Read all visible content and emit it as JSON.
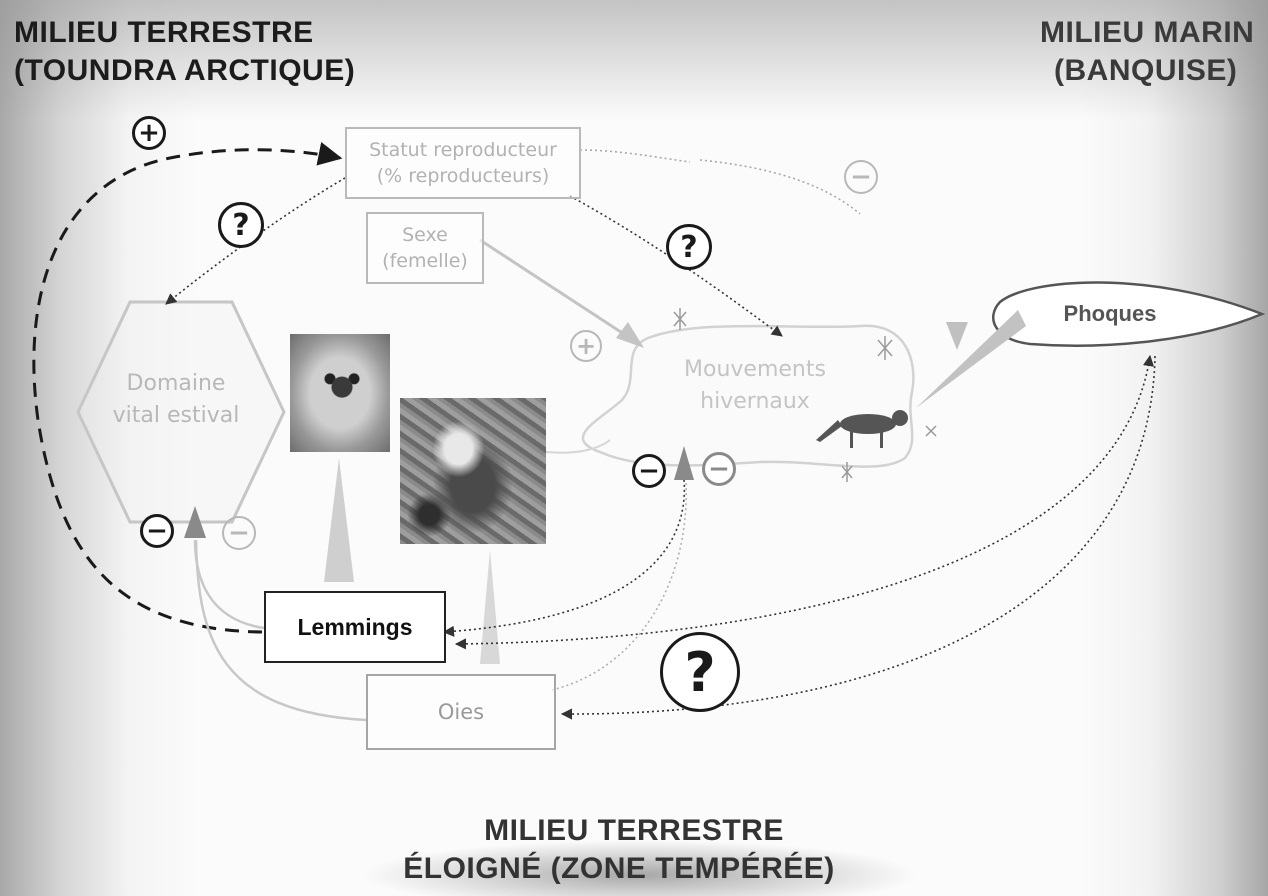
{
  "regions": {
    "terrestrial": {
      "line1": "MILIEU TERRESTRE",
      "line2": "(TOUNDRA ARCTIQUE)"
    },
    "marine": {
      "line1": "MILIEU MARIN",
      "line2": "(BANQUISE)"
    },
    "remote": {
      "line1": "MILIEU TERRESTRE",
      "line2": "ÉLOIGNÉ (ZONE TEMPÉRÉE)"
    }
  },
  "nodes": {
    "statut": {
      "line1": "Statut reproducteur",
      "line2": "(% reproducteurs)"
    },
    "sexe": {
      "line1": "Sexe",
      "line2": "(femelle)"
    },
    "domaine": {
      "line1": "Domaine",
      "line2": "vital estival"
    },
    "mouvements": {
      "line1": "Mouvements",
      "line2": "hivernaux"
    },
    "phoques": "Phoques",
    "lemmings": "Lemmings",
    "oies": "Oies"
  },
  "signs": {
    "plus": "+",
    "minus": "−",
    "question": "?"
  },
  "colors": {
    "dark": "#1a1a1a",
    "faint": "#b8b8b8",
    "background": "#fbfbfb",
    "edge_shade": "#a8a8a8"
  },
  "icons": [
    "fox-photo",
    "fox-eating-photo",
    "fox-silhouette-icon",
    "ice-crystal-icon"
  ]
}
